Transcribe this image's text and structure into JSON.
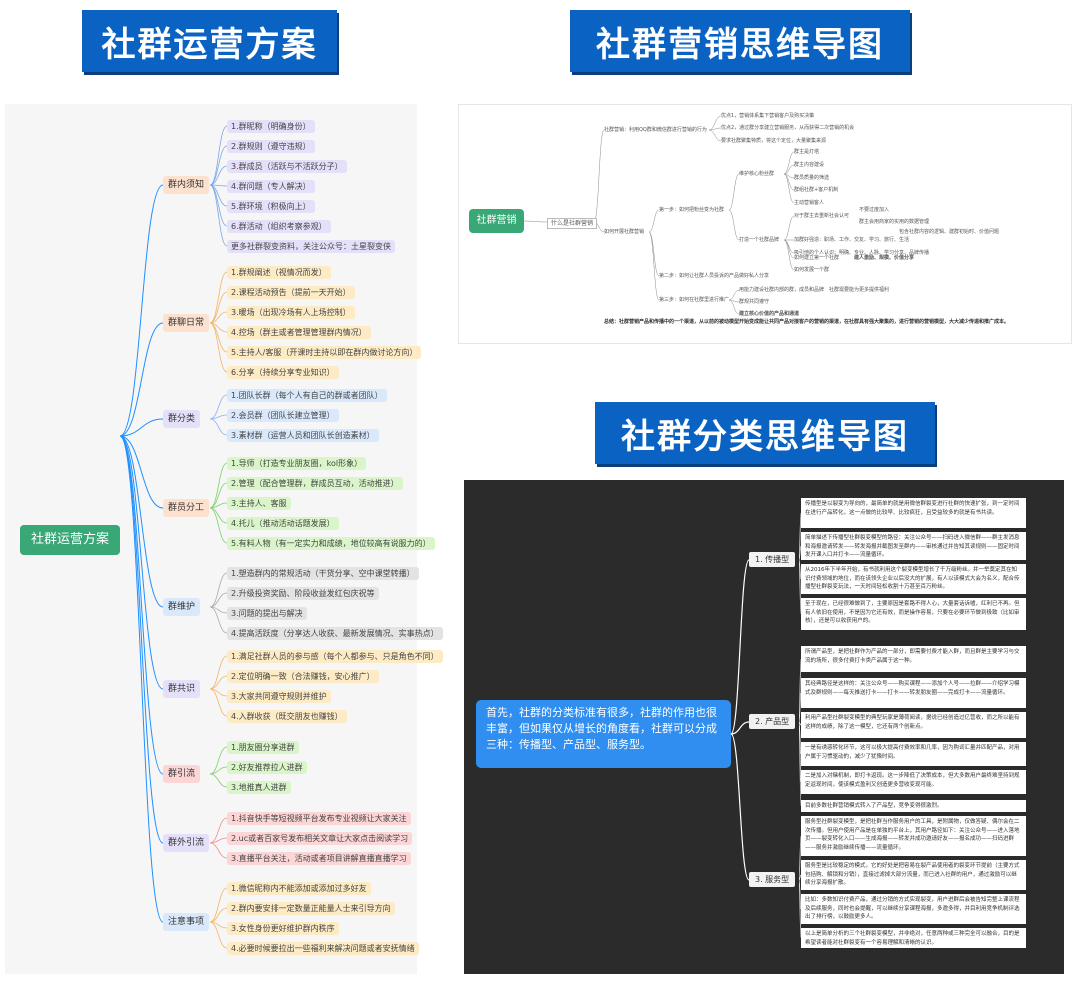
{
  "titles": {
    "left": "社群运营方案",
    "right_top": "社群营销思维导图",
    "right_bottom": "社群分类思维导图"
  },
  "left_map": {
    "root": "社群运营方案",
    "categories": [
      {
        "label": "群内须知",
        "items": [
          "1.群昵称（明确身份）",
          "2.群规则（遵守违规）",
          "3.群成员（活跃与不活跃分子）",
          "4.群问题（专人解决）",
          "5.群环境（积极向上）",
          "6.群活动（组织考察参观）",
          "更多社群裂变资料，关注公众号：土星裂变侠"
        ]
      },
      {
        "label": "群聊日常",
        "items": [
          "1.群规阐述（视情况而发）",
          "2.课程活动预告（提前一天开始）",
          "3.暖场（出现冷场有人上场控制）",
          "4.控场（群主或者管理管理群内情况）",
          "5.主持人/客服（开课时主持以即在群内做讨论方向）",
          "6.分享（持续分享专业知识）"
        ]
      },
      {
        "label": "群分类",
        "items": [
          "1.团队长群（每个人有自己的群或者团队）",
          "2.会员群（团队长建立管理）",
          "3.素材群（运营人员和团队长创造素材）"
        ]
      },
      {
        "label": "群员分工",
        "items": [
          "1.导师（打造专业朋友圈，kol形象）",
          "2.管理（配合管理群，群成员互动，活动推进）",
          "3.主持人、客服",
          "4.托儿（推动活动话题发展）",
          "5.有料人物（有一定实力和成绩，地位较高有说服力的）"
        ]
      },
      {
        "label": "群维护",
        "items": [
          "1.塑造群内的常规活动（干货分享、空中课堂转播）",
          "2.升级投资奖励、阶段收益发红包庆祝等",
          "3.问题的提出与解决",
          "4.提高活跃度（分享达人收获、最新发展情况、实事热点）"
        ]
      },
      {
        "label": "群共识",
        "items": [
          "1.满足社群人员的参与感（每个人都参与、只是角色不同）",
          "2.定位明确一致（合法赚钱，安心推广）",
          "3.大家共同遵守规则并维护",
          "4.入群收获（既交朋友也赚钱）"
        ]
      },
      {
        "label": "群引流",
        "items": [
          "1.朋友圈分享进群",
          "2.好友推荐拉人进群",
          "3.地推真人进群"
        ]
      },
      {
        "label": "群外引流",
        "items": [
          "1.抖音快手等短视频平台发布专业视频让大家关注",
          "2.uc或者百家号发布相关文章让大家点击阅读学习",
          "3.直播平台关注，活动或者项目讲解直播直播学习"
        ]
      },
      {
        "label": "注意事项",
        "items": [
          "1.微信昵称内不能添加或添加过多好友",
          "2.群内要安排一定数量正能量人士来引导方向",
          "3.女性身份更好维护群内秩序",
          "4.必要时候要拉出一些福利来解决问题或者安抚情绪"
        ]
      }
    ]
  },
  "right_map": {
    "root": "社群营销",
    "center": "什么是社群营销",
    "nodes": [
      "社群营销：利用QQ群和微信群进行营销的行为",
      "优点1，营销体系集下营销客户及购买决策",
      "优点2，通过群分享建立营销服务，从而获得二次营销的机会",
      "要求社群聚集特质，将这个定位，大量聚集来源",
      "如何开展社群营销",
      "第一步：如何把粉丝变为社群",
      "维护核心粉丝群",
      "群主是灯塔",
      "群主内容建设",
      "群员质量的筛选",
      "群组社群+客户机制",
      "主动营销客人",
      "第二步：让社群成员",
      "对于群主去重新社会认可",
      "不要过度加入",
      "群主会用商家的实用的数据管理",
      "加群好强造：职场、工作、交友、学习、旅行、生活",
      "吸引他的个人认识：明确、专业、人脉、学习分享、品牌传播",
      "包含社群内容的逻辑、建群初始时、价值问题",
      "打造一个社群品牌",
      "如何建立第一个社群",
      "建人激励、规模、价值分享",
      "如何发展一个群",
      "第二步：如何让社群人员投诉的产品",
      "做好私人分享",
      "第三步：如何在社群里进行推广",
      "用能力建设社群内部的群，成员和品牌",
      "社群需要能为更多提供福利",
      "群规共同遵守",
      "建立核心价值的产品和通道",
      "总结：社群营销产品和传播中的一个渠道，从以前的被动模型开始变成能让共同产品对接客户的营销的渠道，在社群具有强大聚集的，进行营销的营销模型，大大减少传递和推广成本。"
    ]
  },
  "dark_map": {
    "root": "首先，社群的分类标准有很多，社群的作用也很丰富，但如果仅从增长的角度看，社群可以分成三种：传播型、产品型、服务型。",
    "branches": [
      {
        "label": "1. 传播型",
        "boxes": [
          "传播型是以裂变为导向的，最简单的就是用微信群裂变进行社群的快速扩张，到一定时间在进行产品转化，这一点做的比较早、比较疯狂，且受益较多的就是有书共读。",
          "简单描述下传播型社群裂变模型的路径：关注公众号——扫码进入微信群——群主发消息和海报邀请转发——转发海报并截图发至群内——审核通过并告知其读规则——固定时间发开课入口并打卡——流量循环。",
          "从2016年下半年开始，有书就利用这个裂变模型增长了千万级粉丝。并一举奠定其在知识付费领域的地位，而在该领头企业以后没大的扩展，有人以该模式大会为名义，配合传播型社群裂变玩法，一天时间轻松收割十万甚至百万粉丝。",
          "至于现在，已经很难做到了，主要原因是套路不得人心，大量套话诉嘘，红利已不再。但有人依旧在使用，不是因为它还有效，而是操作容易，只要在必要环节做到极致（比如审核），还是可以收获用户的。"
        ]
      },
      {
        "label": "2. 产品型",
        "boxes": [
          "所谓产品型，是把社群作为产品的一部分，即需要付费才能入群，而且群是主要学习与交流的场所，很多付费打卡类产品属于这一种。",
          "其经典路径是这样的：关注公众号——购买课程——添加个人号——拉群——介绍学习模式及群规则——每天推送打卡——打卡——转发朋友圈——完成打卡——流量循环。",
          "利用产品型社群裂变模型的典型玩家是薄荷阅读，据说已经创造过亿营收，而之所以能有这样的成绩，除了这一模型，它还有两个创新点。",
          "一是有诱惑转化环节，这可以极大提高付费效率和几率，因为购词汇量并匹配产品，对用户属于习惯驱动的，减少了犹豫时间。",
          "二是加入对赌机制，即打卡返现。这一步降低了决策成本，但大多数用户最终难坚持到规定返现时间，使该模式盈利又创造更多营收变现可能。",
          "目前多数社群营销模式转入了产品型，竞争变得很激烈。"
        ]
      },
      {
        "label": "3. 服务型",
        "boxes": [
          "服务型社群裂变模型，是把社群当作服务用户的工具，是附属物，仅做答疑、偶尔会在二次传播。但用户使用产品是在单独的平台上，其用户路径如下：关注公众号——进入落地页——裂变转化入口——生成海报——转发并成功邀请好友——报名成功——扫码进群——服务并激励继续传播——流量循环。",
          "服务型是比较稳定的模式，它的好处是把容易在裂产品使用者的裂变环节提前（主要方式包括购、解锁和分销），直接过滤掉大部分流量，而已进入社群的用户，通过激励可以继续分享海报扩散。",
          "比如：多数知识付费产品，通过分销的方式实现裂变，用户进群后会被告知完整上课流程及后续服务，同时也会提醒，可以继续分享课程海报，多邀多得，并目利用竞争机制评选出了排行榜，以鼓励更多人。",
          "以上是简单分析的三个社群裂变模型，并非绝对，任意两种或三种完全可以融合，目的是希望读者能对社群裂变有一个容易理解和清晰的认识。"
        ]
      }
    ]
  },
  "colors": {
    "banner": "#0a63c2",
    "root_green": "#3aa776",
    "dark_bg": "#2b2b2b",
    "dark_root": "#2f8ef0",
    "branch_line": "#1e90ff"
  }
}
